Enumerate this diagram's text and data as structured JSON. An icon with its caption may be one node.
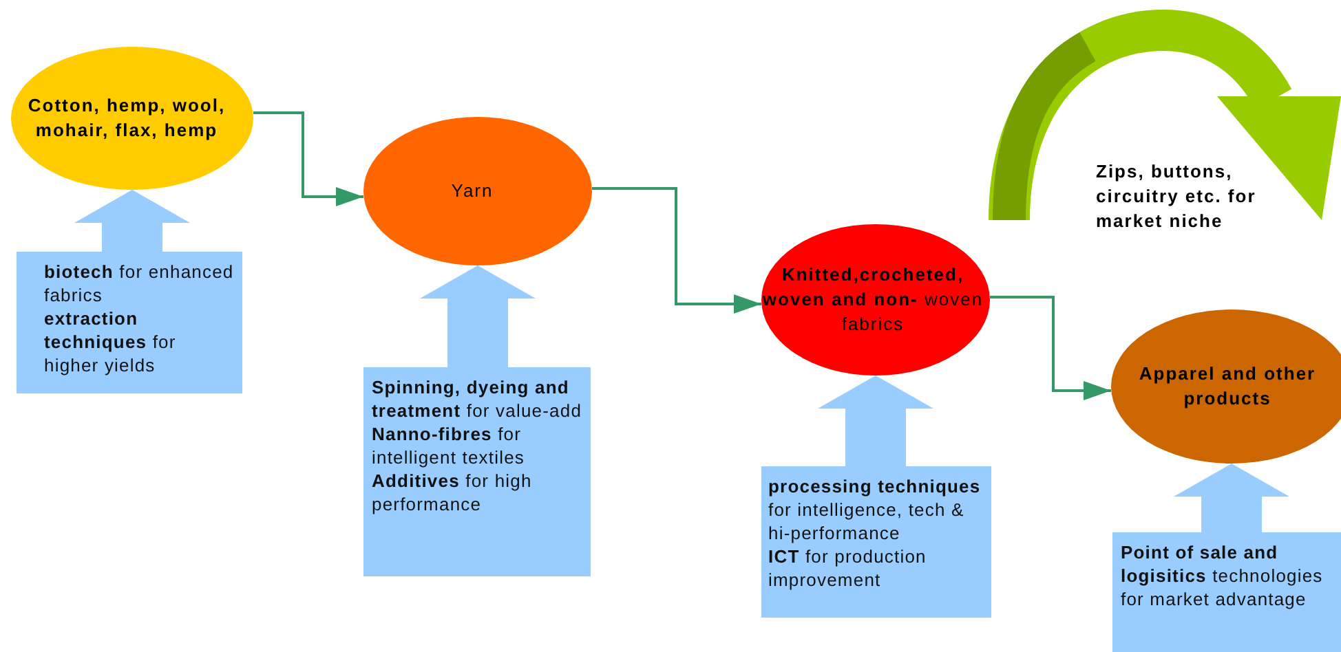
{
  "diagram": {
    "nodes": [
      {
        "text": [
          "Cotton, hemp, wool, mohair, flax, hemp"
        ]
      },
      {
        "text": [
          "Yarn"
        ]
      },
      {
        "text": [
          "**Knitted,crocheted, woven and non-** woven fabrics"
        ]
      },
      {
        "text": [
          "Apparel and other products"
        ]
      },
      {
        "text": [
          "**biotech** for enhanced fabrics",
          "**extraction techniques** for higher yields"
        ]
      },
      {
        "text": [
          "**Spinning, dyeing and treatment** for value-add",
          "**Nanno-fibres** for intelligent textiles",
          "**Additives** for high performance"
        ]
      },
      {
        "text": [
          "**processing techniques** for intelligence, tech & hi-performance",
          "**ICT** for production improvement"
        ]
      },
      {
        "text": [
          "**Point of sale and logisitics** technologies for market advantage"
        ]
      }
    ],
    "edges": [
      {
        "from": 0,
        "to": 1,
        "arrow": "to",
        "color": "#339966"
      },
      {
        "from": 1,
        "to": 2,
        "arrow": "to",
        "color": "#339966"
      },
      {
        "from": 2,
        "to": 3,
        "arrow": "to",
        "color": "#339966"
      },
      {
        "from": 4,
        "to": 0,
        "arrow": "to",
        "color": "#99ccff"
      },
      {
        "from": 5,
        "to": 1,
        "arrow": "to",
        "color": "#99ccff"
      },
      {
        "from": 6,
        "to": 2,
        "arrow": "to",
        "color": "#99ccff"
      },
      {
        "from": 7,
        "to": 3,
        "arrow": "to",
        "color": "#99ccff"
      }
    ],
    "labels": [
      "Zips, buttons, circuitry etc. for market niche"
    ]
  }
}
